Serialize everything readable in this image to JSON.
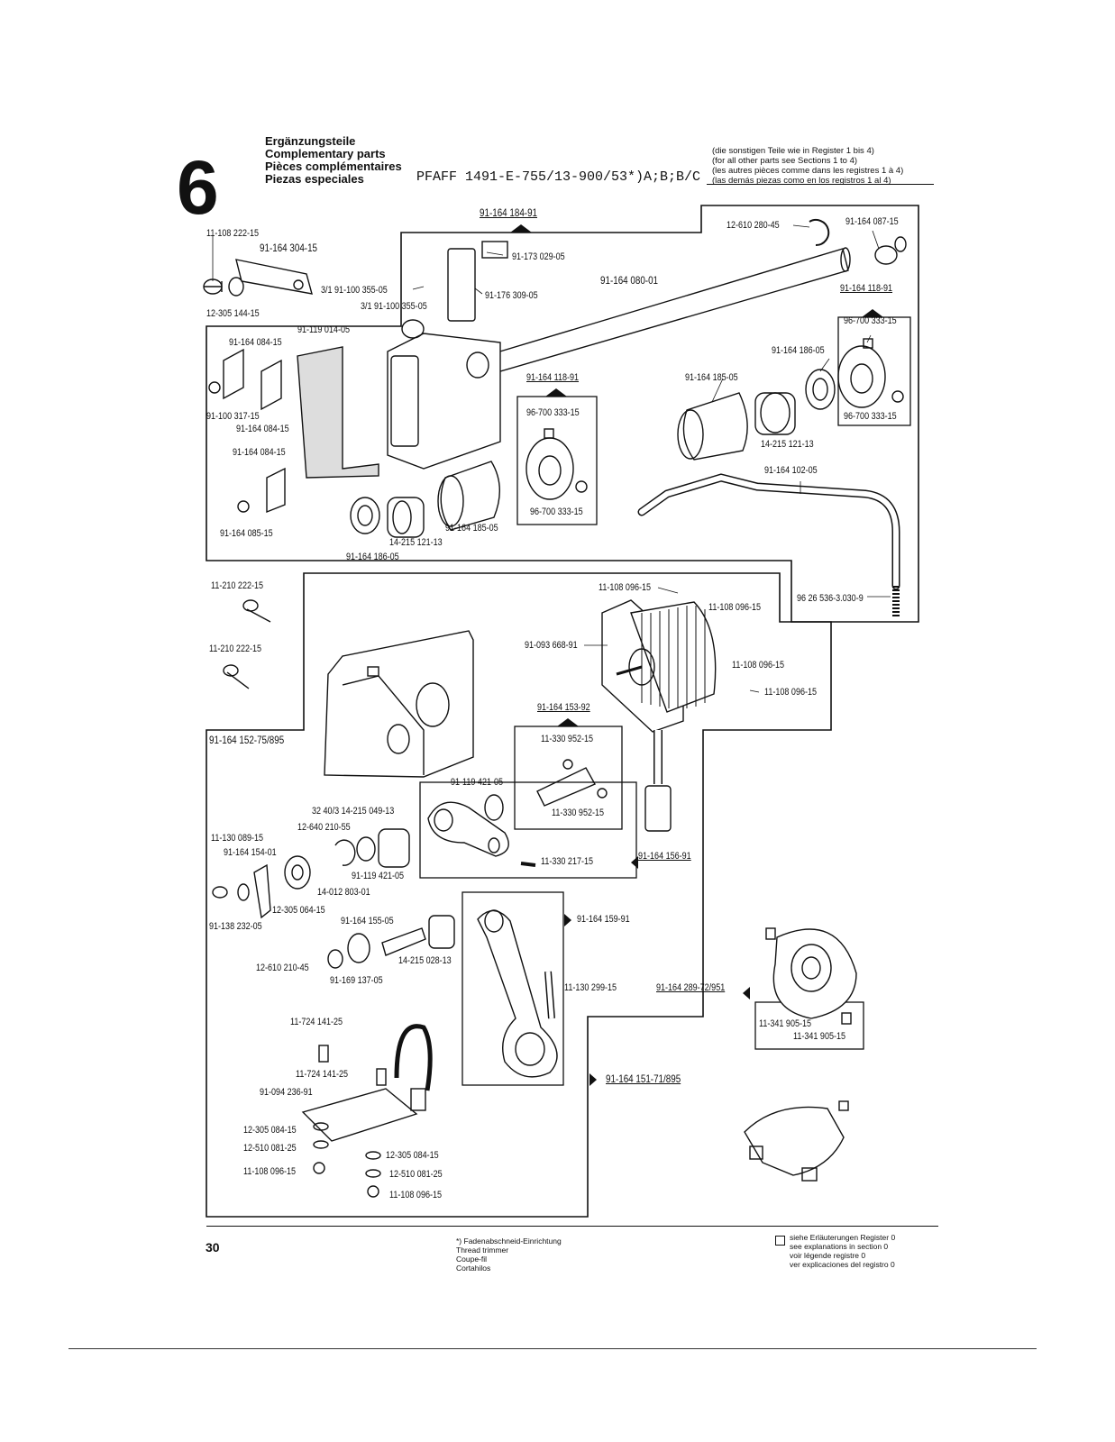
{
  "section": {
    "number": "6",
    "title_de": "Ergänzungsteile",
    "title_en": "Complementary parts",
    "title_fr": "Pièces complémentaires",
    "title_es": "Piezas especiales",
    "model": "PFAFF 1491-E-755/13-900/53*)A;B;B/C"
  },
  "notes": {
    "de": "(die sonstigen Teile wie in Register 1 bis 4)",
    "en": "(for all other parts see Sections 1 to 4)",
    "fr": "(les autres pièces comme dans les registres 1 à 4)",
    "es": "(las demás piezas como en los registros 1 al 4)"
  },
  "parts": {
    "p1": "91-164 184-91",
    "p2": "12-610 280-45",
    "p3": "91-164 087-15",
    "p4": "11-108 222-15",
    "p5": "91-164 304-15",
    "p6": "91-173 029-05",
    "p7": "3/1 91-100 355-05",
    "p8": "91-176 309-05",
    "p9": "91-164 080-01",
    "p10": "91-164 118-91",
    "p11": "12-305 144-15",
    "p12": "3/1 91-100 355-05",
    "p13": "91-119 014-05",
    "p14": "96-700 333-15",
    "p15": "91-164 084-15",
    "p16": "91-164 186-05",
    "p17": "91-164 118-91",
    "p18": "91-164 185-05",
    "p19": "91-100 317-15",
    "p20": "91-164 084-15",
    "p21": "96-700 333-15",
    "p22": "96-700 333-15",
    "p23": "14-215 121-13",
    "p24": "91-164 084-15",
    "p25": "91-164 102-05",
    "p26": "96-700 333-15",
    "p27": "91-164 085-15",
    "p28": "91-164 185-05",
    "p29": "14-215 121-13",
    "p30": "91-164 186-05",
    "p31": "11-210 222-15",
    "p32": "11-108 096-15",
    "p33": "11-108 096-15",
    "p34": "96 26 536-3.030-9",
    "p35": "11-210 222-15",
    "p36": "91-093 668-91",
    "p37": "11-108 096-15",
    "p38": "11-108 096-15",
    "p39": "91-164 153-92",
    "p40": "91-164 152-75/895",
    "p41": "11-330 952-15",
    "p42": "91-119 421-05",
    "p43": "11-330 952-15",
    "p44": "32 40/3 14-215 049-13",
    "p45": "11-130 089-15",
    "p46": "12-640 210-55",
    "p47": "91-164 154-01",
    "p48": "91-119 421-05",
    "p49": "11-330 217-15",
    "p50": "91-164 156-91",
    "p51": "14-012 803-01",
    "p52": "12-305 064-15",
    "p53": "91-138 232-05",
    "p54": "91-164 155-05",
    "p55": "91-164 159-91",
    "p56": "14-215 028-13",
    "p57": "12-610 210-45",
    "p58": "91-169 137-05",
    "p59": "11-130 299-15",
    "p60": "91-164 289-72/951",
    "p61": "11-724 141-25",
    "p62": "11-341 905-15",
    "p63": "11-341 905-15",
    "p64": "11-724 141-25",
    "p65": "91-094 236-91",
    "p66": "91-164 151-71/895",
    "p67": "12-305 084-15",
    "p68": "12-510 081-25",
    "p69": "12-305 084-15",
    "p70": "11-108 096-15",
    "p71": "12-510 081-25",
    "p72": "11-108 096-15"
  },
  "footer": {
    "page": "30",
    "star_de": "*) Fadenabschneid-Einrichtung",
    "star_en": "Thread trimmer",
    "star_fr": "Coupe-fil",
    "star_es": "Cortahilos",
    "legend_de": "siehe Erläuterungen Register 0",
    "legend_en": "see explanations in section 0",
    "legend_fr": "voir légende registre 0",
    "legend_es": "ver explicaciones del registro 0"
  }
}
